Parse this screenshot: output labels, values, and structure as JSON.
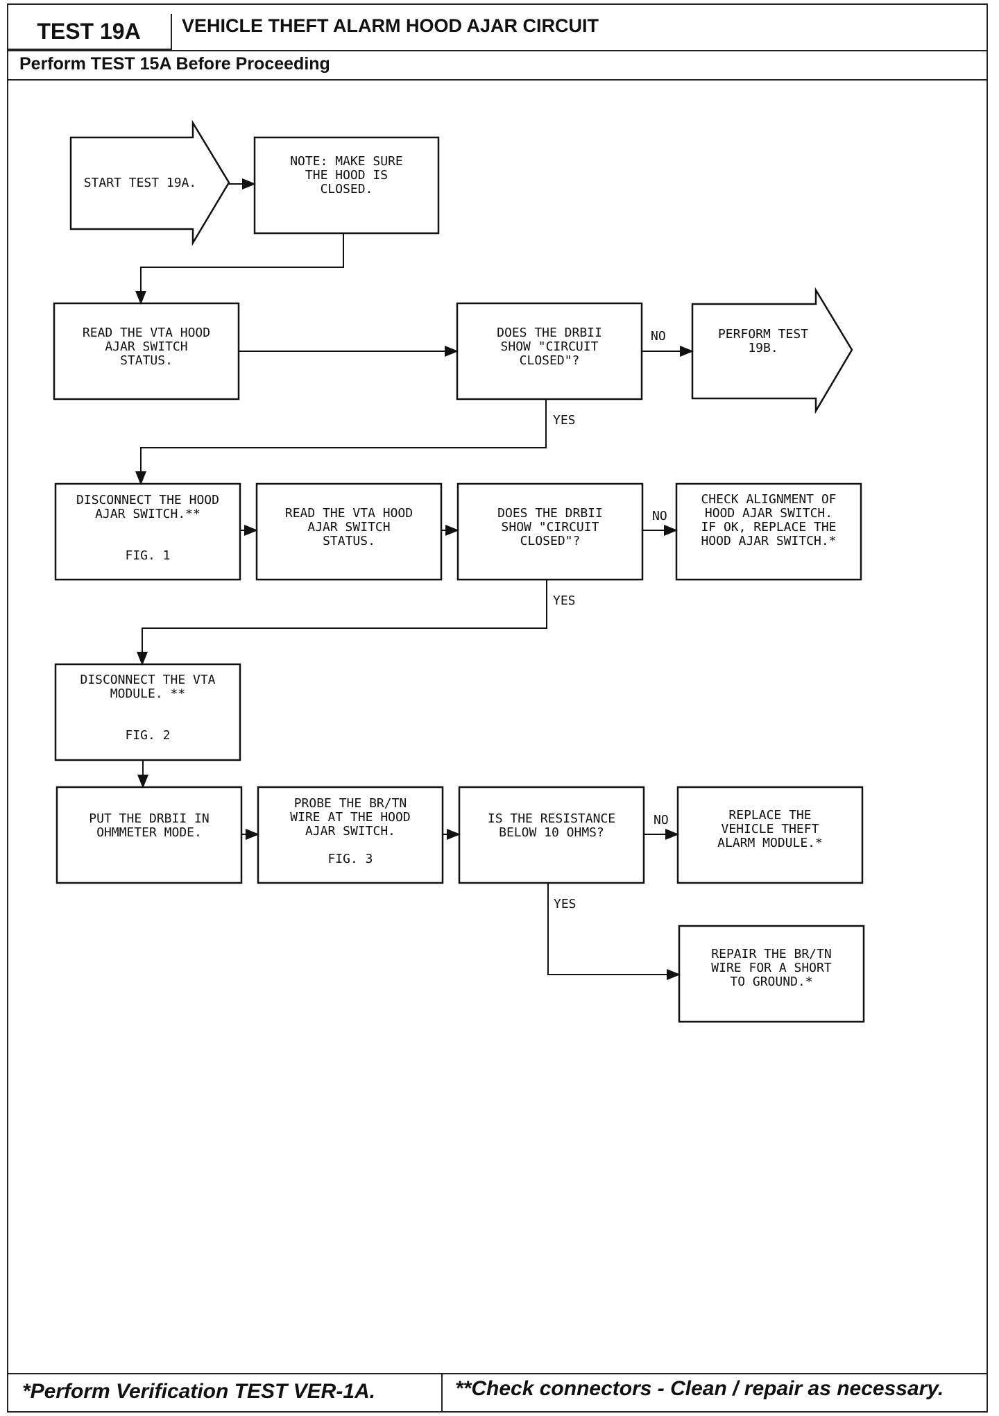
{
  "header": {
    "test_id": "TEST 19A",
    "title": "VEHICLE THEFT ALARM HOOD AJAR CIRCUIT",
    "prerequisite": "Perform TEST 15A Before Proceeding"
  },
  "nodes": {
    "start": "START TEST 19A.",
    "note": "NOTE: MAKE SURE\nTHE HOOD IS\nCLOSED.",
    "read1": "READ THE VTA HOOD\nAJAR SWITCH\nSTATUS.",
    "q1": "DOES THE DRBII\nSHOW \"CIRCUIT\nCLOSED\"?",
    "perform19b": "PERFORM TEST\n19B.",
    "disconnect_switch": "DISCONNECT THE HOOD\nAJAR SWITCH.**\n\n\nFIG. 1",
    "read2": "READ THE VTA HOOD\nAJAR SWITCH\nSTATUS.",
    "q2": "DOES THE DRBII\nSHOW \"CIRCUIT\nCLOSED\"?",
    "check_alignment": "CHECK ALIGNMENT OF\nHOOD AJAR SWITCH.\nIF OK, REPLACE THE\nHOOD AJAR SWITCH.*",
    "disconnect_module": "DISCONNECT THE VTA\nMODULE. **\n\n\nFIG. 2",
    "ohmmeter": "PUT THE DRBII IN\nOHMMETER MODE.",
    "probe": "PROBE THE BR/TN\nWIRE AT THE HOOD\nAJAR SWITCH.\n\nFIG. 3",
    "q3": "IS THE RESISTANCE\nBELOW 10 OHMS?",
    "replace_module": "REPLACE THE\nVEHICLE THEFT\nALARM MODULE.*",
    "repair_wire": "REPAIR THE BR/TN\nWIRE FOR A SHORT\nTO GROUND.*"
  },
  "labels": {
    "no": "NO",
    "yes": "YES"
  },
  "footer": {
    "left": "*Perform Verification TEST VER-1A.",
    "right": "**Check connectors - Clean / repair as necessary."
  }
}
